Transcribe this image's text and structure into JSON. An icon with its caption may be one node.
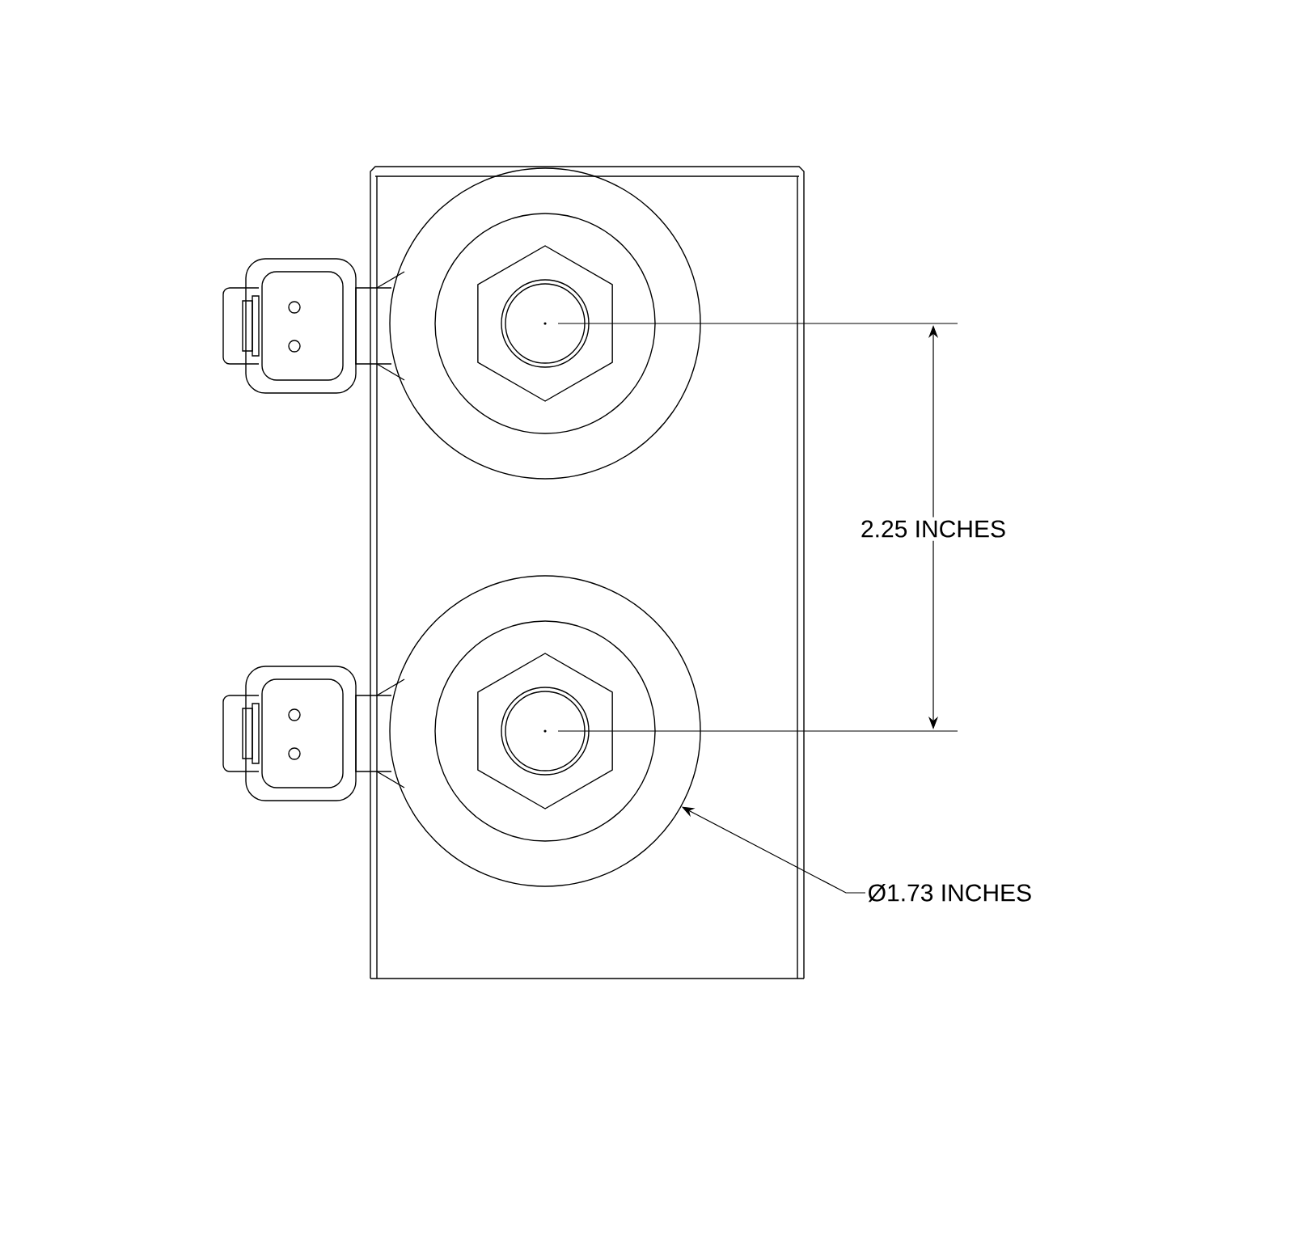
{
  "diagram": {
    "nodes": [
      {
        "text": [
          "Ø1.73 INCHES"
        ]
      },
      {
        "text": [],
        "shape": "circle"
      }
    ],
    "edges": [
      {
        "from": 0,
        "to": 1,
        "arrow": "to"
      }
    ],
    "labels": [
      "2.25 INCHES"
    ]
  }
}
